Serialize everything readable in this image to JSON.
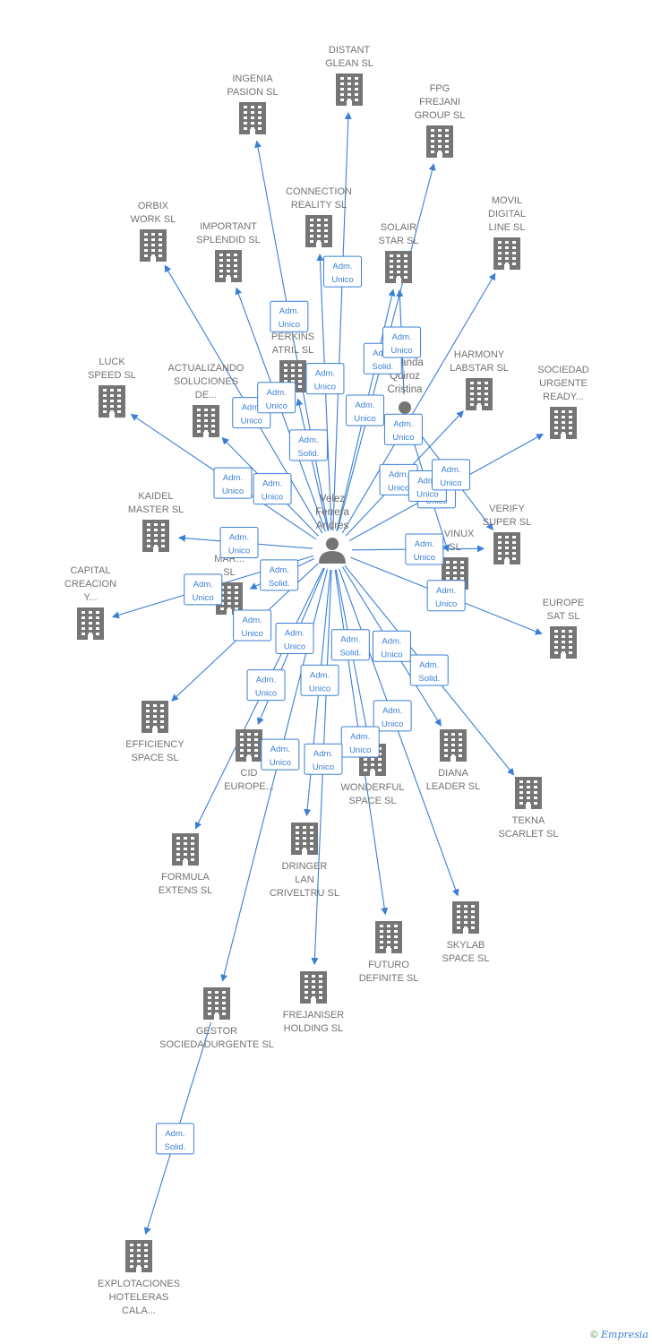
{
  "footer": {
    "copyright": "©",
    "brand": "Empresia"
  },
  "persons": [
    {
      "id": "p1",
      "label": [
        "Velez",
        "Ferrera",
        "Andres"
      ]
    },
    {
      "id": "p2",
      "label": [
        "Miranda",
        "Quiroz",
        "Cristina"
      ]
    }
  ],
  "companies": [
    {
      "id": "distant",
      "label": [
        "DISTANT",
        "GLEAN  SL"
      ]
    },
    {
      "id": "ingenia",
      "label": [
        "INGENIA",
        "PASION  SL"
      ]
    },
    {
      "id": "fpg",
      "label": [
        "FPG",
        "FREJANI",
        "GROUP  SL"
      ]
    },
    {
      "id": "connection",
      "label": [
        "CONNECTION",
        "REALITY  SL"
      ]
    },
    {
      "id": "orbix",
      "label": [
        "ORBIX",
        "WORK  SL"
      ]
    },
    {
      "id": "important",
      "label": [
        "IMPORTANT",
        "SPLENDID  SL"
      ]
    },
    {
      "id": "solair",
      "label": [
        "SOLAIR",
        "STAR  SL"
      ]
    },
    {
      "id": "movil",
      "label": [
        "MOVIL",
        "DIGITAL",
        "LINE SL"
      ]
    },
    {
      "id": "perkins",
      "label": [
        "PERKINS",
        "ATRIL  SL"
      ]
    },
    {
      "id": "luck",
      "label": [
        "LUCK",
        "SPEED  SL"
      ]
    },
    {
      "id": "actualizando",
      "label": [
        "ACTUALIZANDO",
        "SOLUCIONES",
        "DE..."
      ]
    },
    {
      "id": "harmony",
      "label": [
        "HARMONY",
        "LABSTAR SL"
      ]
    },
    {
      "id": "sociedad",
      "label": [
        "SOCIEDAD",
        "URGENTE",
        "READY..."
      ]
    },
    {
      "id": "kaidel",
      "label": [
        "KAIDEL",
        "MASTER  SL"
      ]
    },
    {
      "id": "verify",
      "label": [
        "VERIFY",
        "SUPER  SL"
      ]
    },
    {
      "id": "capital",
      "label": [
        "CAPITAL",
        "CREACION",
        "Y..."
      ]
    },
    {
      "id": "mar",
      "label": [
        "MAR...",
        "SL"
      ]
    },
    {
      "id": "vinux",
      "label": [
        "...VINUX",
        "SL"
      ]
    },
    {
      "id": "europe",
      "label": [
        "EUROPE",
        "SAT  SL"
      ]
    },
    {
      "id": "efficiency",
      "label": [
        "EFFICIENCY",
        "SPACE  SL"
      ]
    },
    {
      "id": "cid",
      "label": [
        "CID",
        "EUROPE..."
      ]
    },
    {
      "id": "wonderful",
      "label": [
        "WONDERFUL",
        "SPACE  SL"
      ]
    },
    {
      "id": "diana",
      "label": [
        "DIANA",
        "LEADER  SL"
      ]
    },
    {
      "id": "tekna",
      "label": [
        "TEKNA",
        "SCARLET  SL"
      ]
    },
    {
      "id": "formula",
      "label": [
        "FORMULA",
        "EXTENS  SL"
      ]
    },
    {
      "id": "dringer",
      "label": [
        "DRINGER",
        "LAN",
        "CRIVELTRU SL"
      ]
    },
    {
      "id": "skylab",
      "label": [
        "SKYLAB",
        "SPACE  SL"
      ]
    },
    {
      "id": "futuro",
      "label": [
        "FUTURO",
        "DEFINITE  SL"
      ]
    },
    {
      "id": "gestor",
      "label": [
        "GESTOR",
        "SOCIEDADURGENTE SL"
      ]
    },
    {
      "id": "frejaniser",
      "label": [
        "FREJANISER",
        "HOLDING  SL"
      ]
    },
    {
      "id": "explotaciones",
      "label": [
        "EXPLOTACIONES",
        "HOTELERAS",
        "CALA..."
      ]
    }
  ],
  "relations": [
    {
      "from": "p1",
      "to": "distant",
      "label": [
        "Adm.",
        "Unico"
      ]
    },
    {
      "from": "p1",
      "to": "ingenia",
      "label": [
        "Adm.",
        "Unico"
      ]
    },
    {
      "from": "p1",
      "to": "fpg",
      "label": [
        "Adm.",
        "Solid."
      ]
    },
    {
      "from": "p1",
      "to": "connection",
      "label": [
        "Adm.",
        "Unico"
      ]
    },
    {
      "from": "p1",
      "to": "orbix",
      "label": [
        "Adm.",
        "Unico"
      ]
    },
    {
      "from": "p1",
      "to": "important",
      "label": [
        "Adm.",
        "Unico"
      ]
    },
    {
      "from": "p1",
      "to": "solair",
      "label": [
        "Adm.",
        "Unico"
      ]
    },
    {
      "from": "p1",
      "to": "movil",
      "label": [
        "Adm.",
        "Unico"
      ]
    },
    {
      "from": "p1",
      "to": "perkins",
      "label": [
        "Adm.",
        "Solid."
      ]
    },
    {
      "from": "p1",
      "to": "luck",
      "label": [
        "Adm.",
        "Unico"
      ]
    },
    {
      "from": "p1",
      "to": "actualizando",
      "label": [
        "Adm.",
        "Unico"
      ]
    },
    {
      "from": "p1",
      "to": "harmony",
      "label": [
        "Adm.",
        "Unico"
      ]
    },
    {
      "from": "p1",
      "to": "sociedad",
      "label": [
        "Adm.",
        "Unico"
      ]
    },
    {
      "from": "p1",
      "to": "kaidel",
      "label": [
        "Adm.",
        "Unico"
      ]
    },
    {
      "from": "p1",
      "to": "verify",
      "label": [
        "Adm.",
        "Unico"
      ]
    },
    {
      "from": "p1",
      "to": "capital",
      "label": [
        "Adm.",
        "Unico"
      ]
    },
    {
      "from": "p1",
      "to": "mar",
      "label": [
        "Adm.",
        "Solid."
      ]
    },
    {
      "from": "p1",
      "to": "europe",
      "label": [
        "Adm.",
        "Unico"
      ]
    },
    {
      "from": "p1",
      "to": "efficiency",
      "label": [
        "Adm.",
        "Unico"
      ]
    },
    {
      "from": "p1",
      "to": "cid",
      "label": [
        "Adm.",
        "Unico"
      ]
    },
    {
      "from": "p1",
      "to": "wonderful",
      "label": [
        "Adm.",
        "Solid."
      ]
    },
    {
      "from": "p1",
      "to": "diana",
      "label": [
        "Adm.",
        "Unico"
      ]
    },
    {
      "from": "p1",
      "to": "tekna",
      "label": [
        "Adm.",
        "Solid."
      ]
    },
    {
      "from": "p1",
      "to": "formula",
      "label": [
        "Adm.",
        "Unico"
      ]
    },
    {
      "from": "p1",
      "to": "dringer",
      "label": [
        "Adm.",
        "Unico"
      ]
    },
    {
      "from": "p1",
      "to": "skylab",
      "label": [
        "Adm.",
        "Unico"
      ]
    },
    {
      "from": "p1",
      "to": "futuro",
      "label": [
        "Adm.",
        "Unico"
      ]
    },
    {
      "from": "p1",
      "to": "gestor",
      "label": [
        "Adm.",
        "Unico"
      ]
    },
    {
      "from": "p1",
      "to": "frejaniser",
      "label": [
        "Adm.",
        "Unico"
      ]
    },
    {
      "from": "p2",
      "to": "solair",
      "label": [
        "Adm.",
        "Unico"
      ]
    },
    {
      "from": "p2",
      "to": "vinux",
      "label": [
        "Adm.",
        "Unico"
      ]
    },
    {
      "from": "p2",
      "to": "verify",
      "label": [
        "Adm.",
        "Unico"
      ]
    },
    {
      "from": "gestor",
      "to": "explotaciones",
      "label": [
        "Adm.",
        "Solid."
      ]
    }
  ]
}
